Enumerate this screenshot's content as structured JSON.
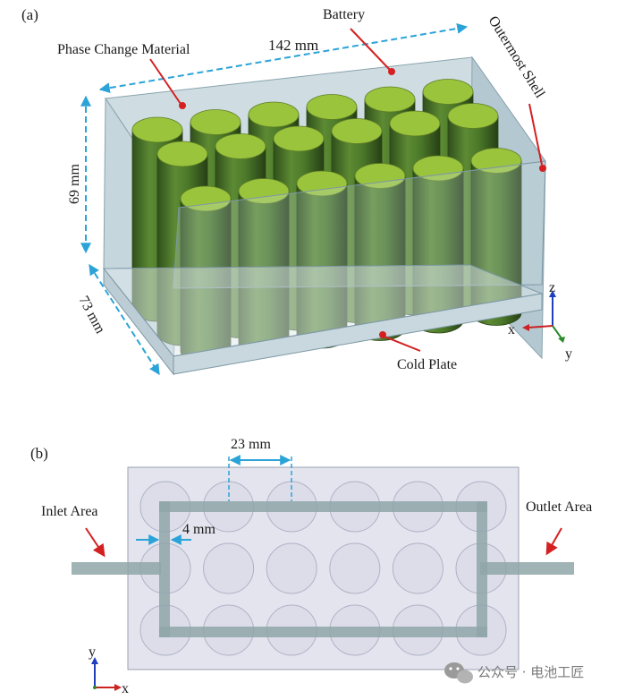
{
  "panel_a": {
    "tag": "(a)",
    "labels": {
      "pcm": "Phase Change Material",
      "battery": "Battery",
      "shell": "Outermost Shell",
      "cold_plate": "Cold Plate"
    },
    "dimensions": {
      "length": "142 mm",
      "height": "69 mm",
      "width": "73 mm"
    },
    "axes": {
      "z": "z",
      "x": "x",
      "y": "y"
    },
    "battery_grid": {
      "rows": 3,
      "cols": 6
    }
  },
  "panel_b": {
    "tag": "(b)",
    "labels": {
      "inlet": "Inlet Area",
      "outlet": "Outlet Area"
    },
    "dimensions": {
      "pitch": "23 mm",
      "channel": "4 mm"
    },
    "axes": {
      "y": "y",
      "x": "x"
    },
    "circle_grid": {
      "rows": 3,
      "cols": 6
    }
  },
  "watermark": {
    "text": "公众号 · 电池工匠"
  },
  "colors": {
    "battery_top": "#9bc43d",
    "battery_body": "#4f7a2c",
    "shell": "#b9cdd6",
    "dimension": "#2ba3d8",
    "arrow": "#d42020",
    "channel": "#8fa6a8"
  }
}
